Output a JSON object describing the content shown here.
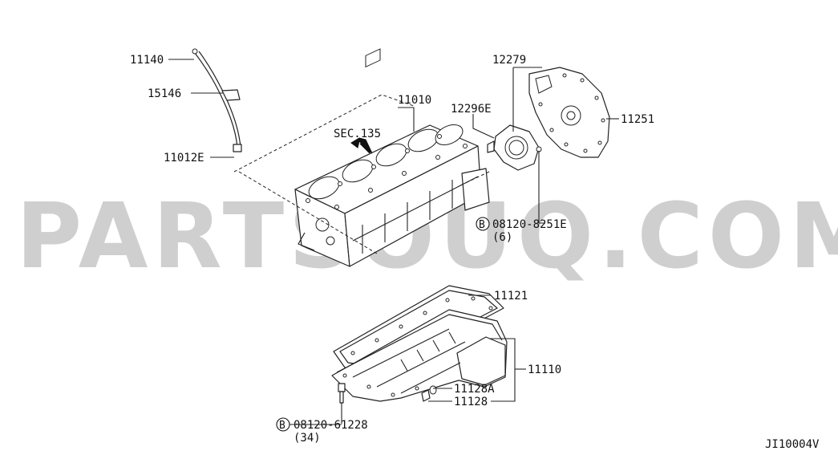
{
  "watermark": "PARTSOUQ.COM",
  "section_ref": "SEC.135",
  "diagram_code": "JI10004V",
  "bolt_marker": "B",
  "parts": {
    "p11140": "11140",
    "p15146": "15146",
    "p11012E": "11012E",
    "p11010": "11010",
    "p12279": "12279",
    "p12296E": "12296E",
    "p11251": "11251",
    "p08120_8251E": "08120-8251E",
    "q08120_8251E": "(6)",
    "p11121": "11121",
    "p11110": "11110",
    "p11128A": "11128A",
    "p11128": "11128",
    "p08120_61228": "08120-61228",
    "q08120_61228": "(34)"
  }
}
